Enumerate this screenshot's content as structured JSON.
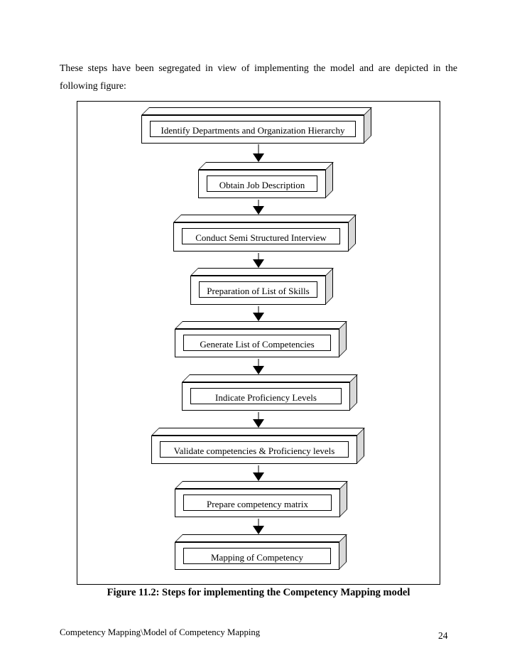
{
  "page": {
    "paragraph_line1": "These steps have been segregated in view of implementing the model and are depicted in the",
    "paragraph_line2": "following figure:",
    "caption": "Figure 11.2: Steps for implementing the Competency Mapping model",
    "footer_left": "Competency Mapping\\Model of Competency Mapping",
    "page_number": "24"
  },
  "figure": {
    "type": "flowchart",
    "direction": "top-down",
    "steps": [
      {
        "label": "Identify Departments and Organization Hierarchy"
      },
      {
        "label": "Obtain Job Description"
      },
      {
        "label": "Conduct Semi Structured Interview"
      },
      {
        "label": "Preparation of List of Skills"
      },
      {
        "label": "Generate List of Competencies"
      },
      {
        "label": "Indicate Proficiency Levels"
      },
      {
        "label": "Validate competencies & Proficiency levels"
      },
      {
        "label": "Prepare competency matrix"
      },
      {
        "label": "Mapping of Competency"
      }
    ],
    "colors": {
      "box_face": "#ffffff",
      "box_side_face": "#d9d9d9",
      "outline": "#000000",
      "arrow_stem": "#7f7f7f",
      "arrow_head": "#000000"
    }
  }
}
